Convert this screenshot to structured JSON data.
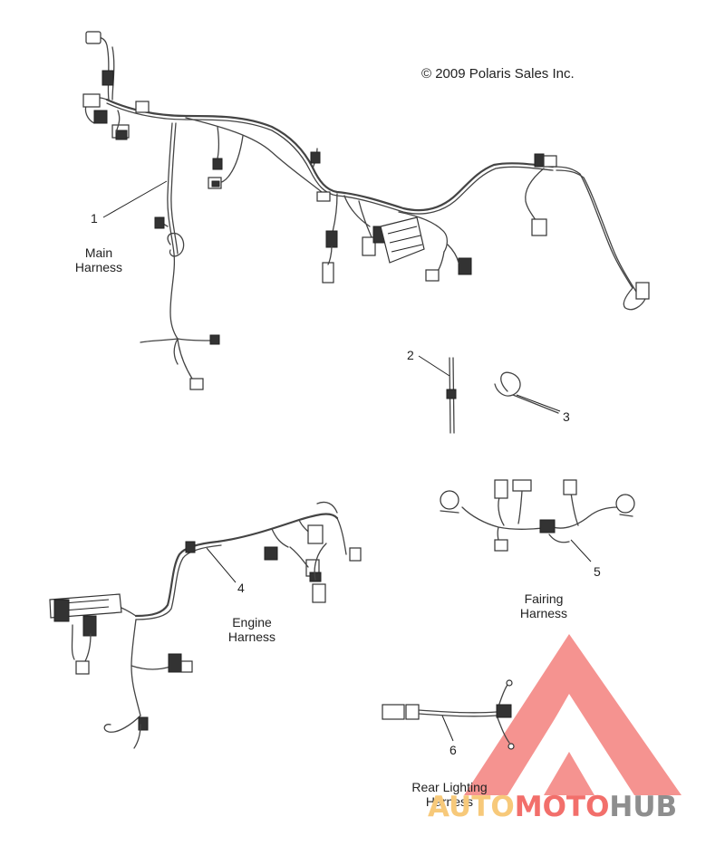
{
  "copyright": "© 2009 Polaris Sales Inc.",
  "parts": [
    {
      "number": "1",
      "name": "Main\nHarness"
    },
    {
      "number": "2",
      "name": ""
    },
    {
      "number": "3",
      "name": ""
    },
    {
      "number": "4",
      "name": "Engine\nHarness"
    },
    {
      "number": "5",
      "name": "Fairing\nHarness"
    },
    {
      "number": "6",
      "name": "Rear Lighting\nHarness"
    }
  ],
  "watermark": {
    "part1": "AUTO",
    "part2": "MOTO",
    "part3": "HUB",
    "colors": {
      "auto": "#f7c97a",
      "moto": "#f26f6b",
      "hub": "#8e8e8e",
      "logo": "#f26f6b"
    }
  }
}
